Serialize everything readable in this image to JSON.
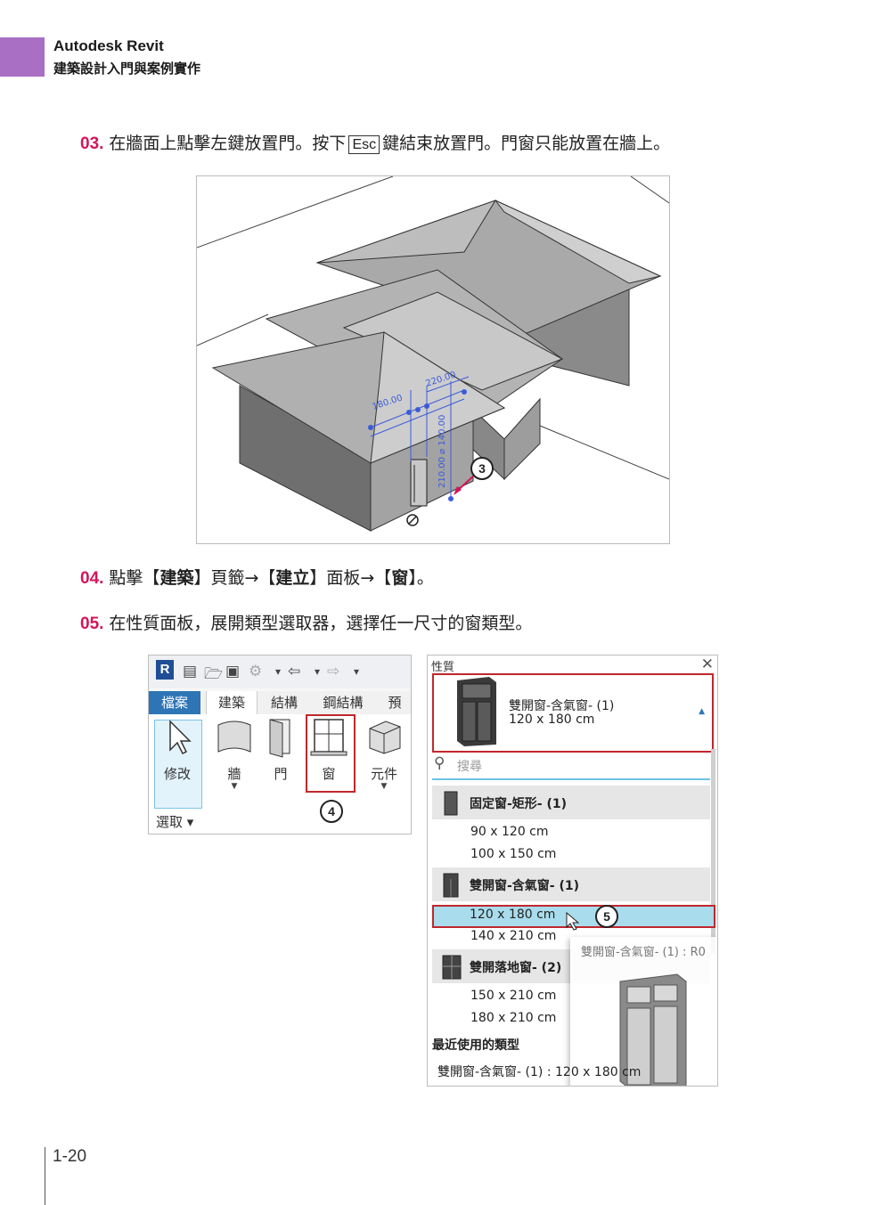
{
  "header": {
    "title_en": "Autodesk Revit",
    "title_zh": "建築設計入門與案例實作"
  },
  "steps": {
    "s03": {
      "num": "03.",
      "text_a": "在牆面上點擊左鍵放置門。按下",
      "key": "Esc",
      "text_b": "鍵結束放置門。門窗只能放置在牆上。"
    },
    "s04": {
      "num": "04.",
      "t1": "點擊【",
      "b1": "建築",
      "t2": "】頁籤→【",
      "b2": "建立",
      "t3": "】面板→【",
      "b3": "窗",
      "t4": "】。"
    },
    "s05": {
      "num": "05.",
      "text": "在性質面板，展開類型選取器，選擇任一尺寸的窗類型。"
    }
  },
  "figure1": {
    "dim_labels": [
      "180.00",
      "220.00",
      "210.00 ⌀ 140.00"
    ],
    "callout": "3"
  },
  "ribbon": {
    "logo": "R",
    "tabs": [
      "檔案",
      "建築",
      "結構",
      "鋼結構",
      "預"
    ],
    "tools": {
      "modify": "修改",
      "wall": "牆",
      "door": "門",
      "window": "窗",
      "component": "元件"
    },
    "select_label": "選取 ▾",
    "callout": "4"
  },
  "properties": {
    "title": "性質",
    "close": "✕",
    "current_type_name": "雙開窗-含氣窗- (1)",
    "current_type_size": "120 x 180 cm",
    "search_placeholder": "搜尋",
    "families": [
      {
        "name": "固定窗-矩形- (1)",
        "types": [
          "90 x 120 cm",
          "100 x 150 cm"
        ]
      },
      {
        "name": "雙開窗-含氣窗- (1)",
        "types": [
          "120 x 180 cm",
          "140 x 210 cm"
        ]
      },
      {
        "name": "雙開落地窗- (2)",
        "types": [
          "150 x 210 cm",
          "180 x 210 cm"
        ]
      }
    ],
    "tooltip_text": "雙開窗-含氣窗- (1) : R0",
    "recent_header": "最近使用的類型",
    "recent_item": "雙開窗-含氣窗- (1) : 120 x 180 cm",
    "callout": "5"
  },
  "footer": {
    "page_number": "1-20"
  }
}
